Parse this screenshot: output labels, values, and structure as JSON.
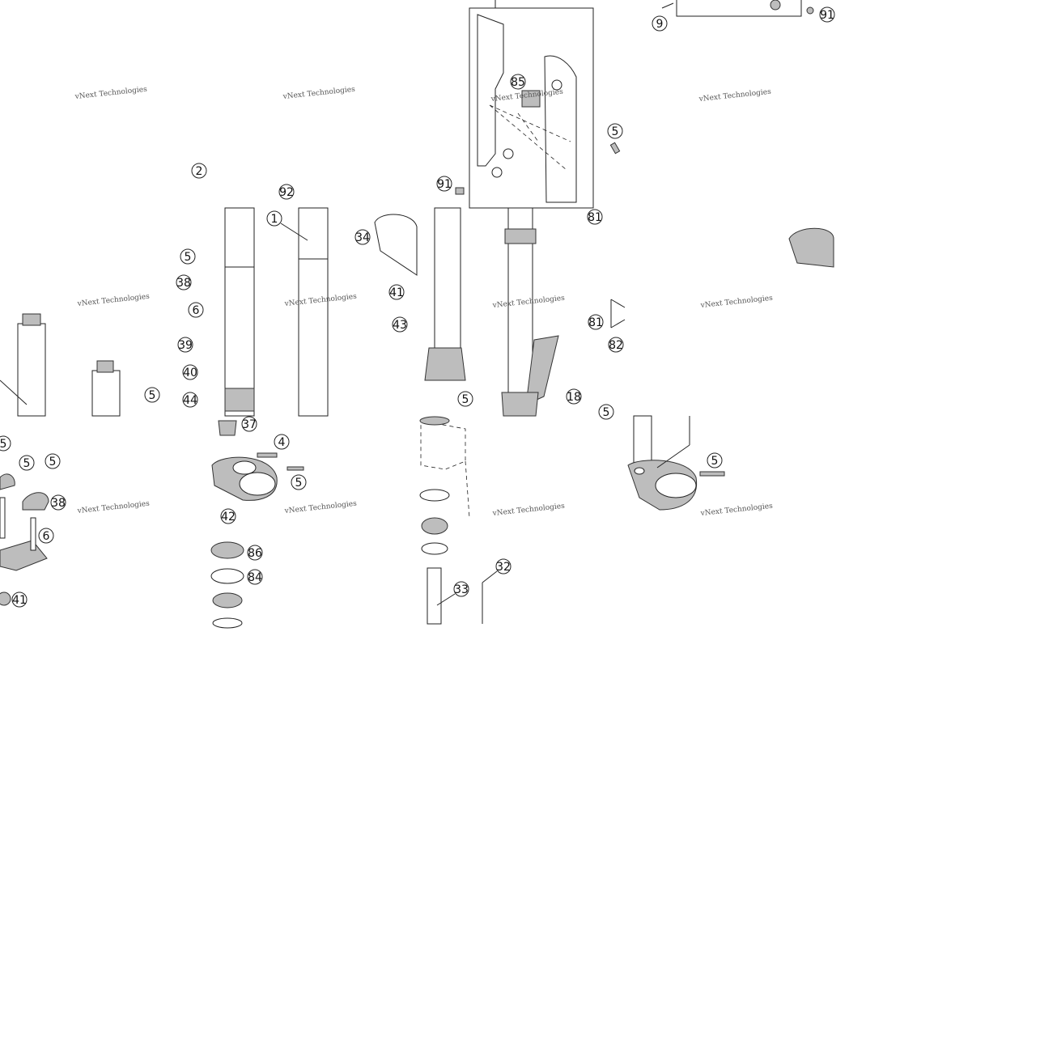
{
  "watermark": {
    "line1": "vNext Technologies",
    "line2": "Technologies"
  },
  "callouts": {
    "c9": "9",
    "c91a": "91",
    "c91b": "91",
    "c85": "85",
    "c5a": "5",
    "c2": "2",
    "c92": "92",
    "c1": "1",
    "c34": "34",
    "c81a": "81",
    "c5b": "5",
    "c38a": "38",
    "c6a": "6",
    "c39": "39",
    "c40": "40",
    "c44": "44",
    "c5c": "5",
    "c41a": "41",
    "c43": "43",
    "c5d": "5",
    "c18": "18",
    "c81b": "81",
    "c82": "82",
    "c5e": "5",
    "c5f": "5",
    "c5g": "5",
    "c5h": "5",
    "c38b": "38",
    "c6b": "6",
    "c41b": "41",
    "c37": "37",
    "c4": "4",
    "c5i": "5",
    "c42": "42",
    "c86": "86",
    "c84": "84",
    "c32": "32",
    "c33": "33",
    "c5j": "5"
  }
}
